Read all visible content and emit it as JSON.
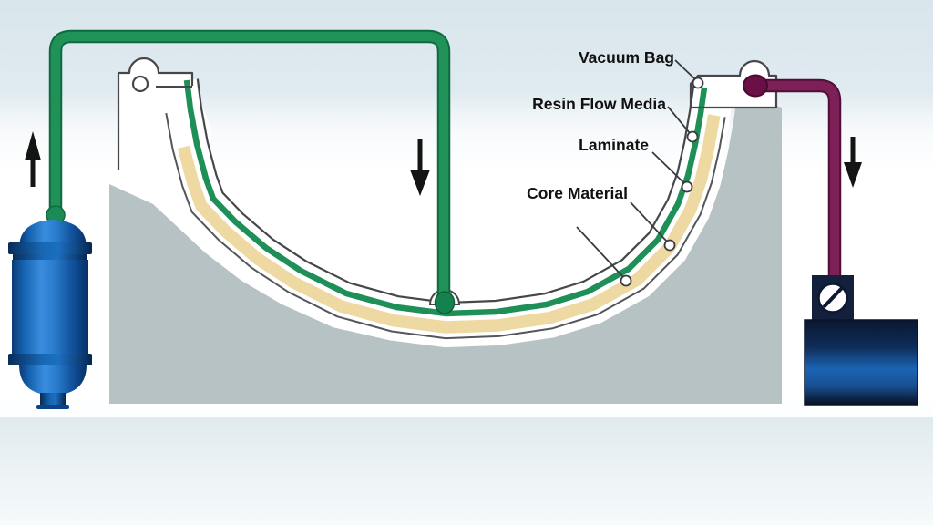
{
  "diagram": {
    "title": "Vacuum infusion process diagram",
    "labels": {
      "vacuum_bag": "Vacuum Bag",
      "resin_flow_media": "Resin Flow Media",
      "laminate": "Laminate",
      "core_material": "Core Material"
    },
    "icons": {
      "resin_up_arrow": "up-arrow",
      "resin_feed_down_arrow": "down-arrow",
      "vacuum_down_arrow": "down-arrow",
      "flange_bolt_hole": "bolt-hole",
      "pump_gauge": "gauge-dial"
    },
    "colors": {
      "resin_line_green": "#1f8f58",
      "resin_line_green_dark": "#0e6b40",
      "vacuum_line_purple": "#7d2058",
      "vacuum_line_purple_dark": "#500e38",
      "core_tan": "#eed9a2",
      "mold_gray": "#b7c2c4",
      "outline_dark": "#47474b",
      "leader_dark": "#3a3a3e",
      "tank_blue": "#2f85d8",
      "pump_blue": "#1b64b4",
      "label_text": "#111111",
      "arrow_black": "#141414"
    }
  }
}
